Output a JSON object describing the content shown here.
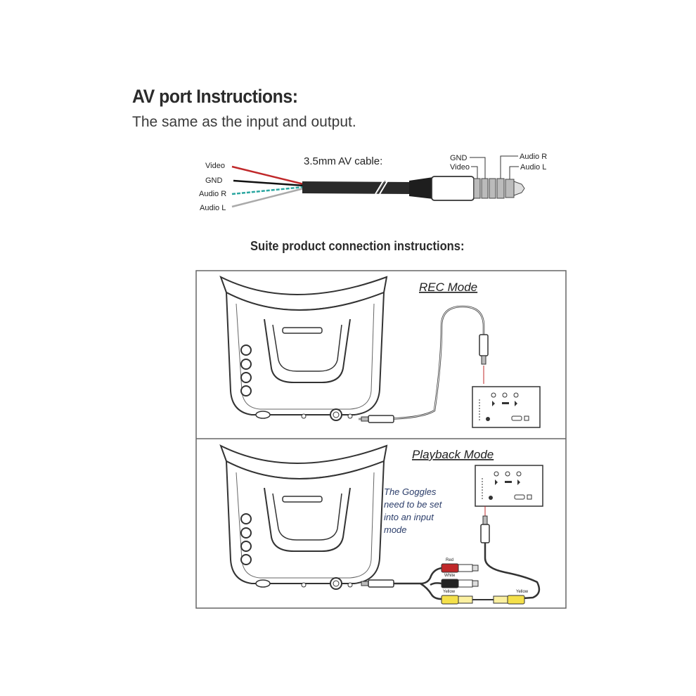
{
  "header": {
    "title": "AV port Instructions:",
    "subtitle": "The same as the input and output."
  },
  "cable": {
    "label": "3.5mm AV  cable:",
    "wires": [
      "Video",
      "GND",
      "Audio R",
      "Audio L"
    ],
    "plug_labels": {
      "gnd": "GND",
      "video": "Video",
      "audio_r": "Audio R",
      "audio_l": "Audio L"
    },
    "colors": {
      "video": "#c0282a",
      "gnd": "#111111",
      "audio_r": "#2aa6a0",
      "audio_l": "#bbbbbb"
    }
  },
  "suite": {
    "title": "Suite product connection instructions:",
    "rec_mode": "REC Mode",
    "playback_mode": "Playback Mode",
    "note_lines": [
      "The Goggles",
      "need to be set",
      "into an input",
      "mode"
    ],
    "rca_labels": {
      "red": "Red",
      "white": "White",
      "yellow_left": "Yellow",
      "yellow_right": "Yellow"
    }
  }
}
